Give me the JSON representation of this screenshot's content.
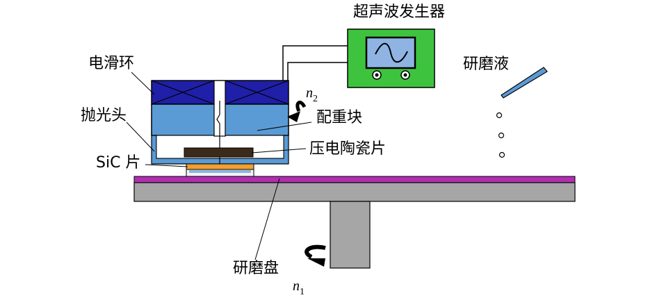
{
  "labels": {
    "ultrasonic_generator": "超声波发生器",
    "slip_ring": "电滑环",
    "polishing_head": "抛光头",
    "counterweight": "配重块",
    "piezo_ceramic": "压电陶瓷片",
    "sic_wafer": "SiC 片",
    "polishing_slurry": "研磨液",
    "polishing_disk": "研磨盘",
    "n2_base": "n",
    "n2_sub": "2",
    "n1_base": "n",
    "n1_sub": "1"
  },
  "colors": {
    "slip_ring": "#1f1fa8",
    "head_body": "#5b9bd5",
    "generator": "#3ec33e",
    "screen": "#8fb4e3",
    "pad": "#b02fb0",
    "disk": "#a6a6a6",
    "piezo": "#3b2a1a",
    "wafer": "#f0a030",
    "slurry_tube": "#5b9bd5"
  }
}
